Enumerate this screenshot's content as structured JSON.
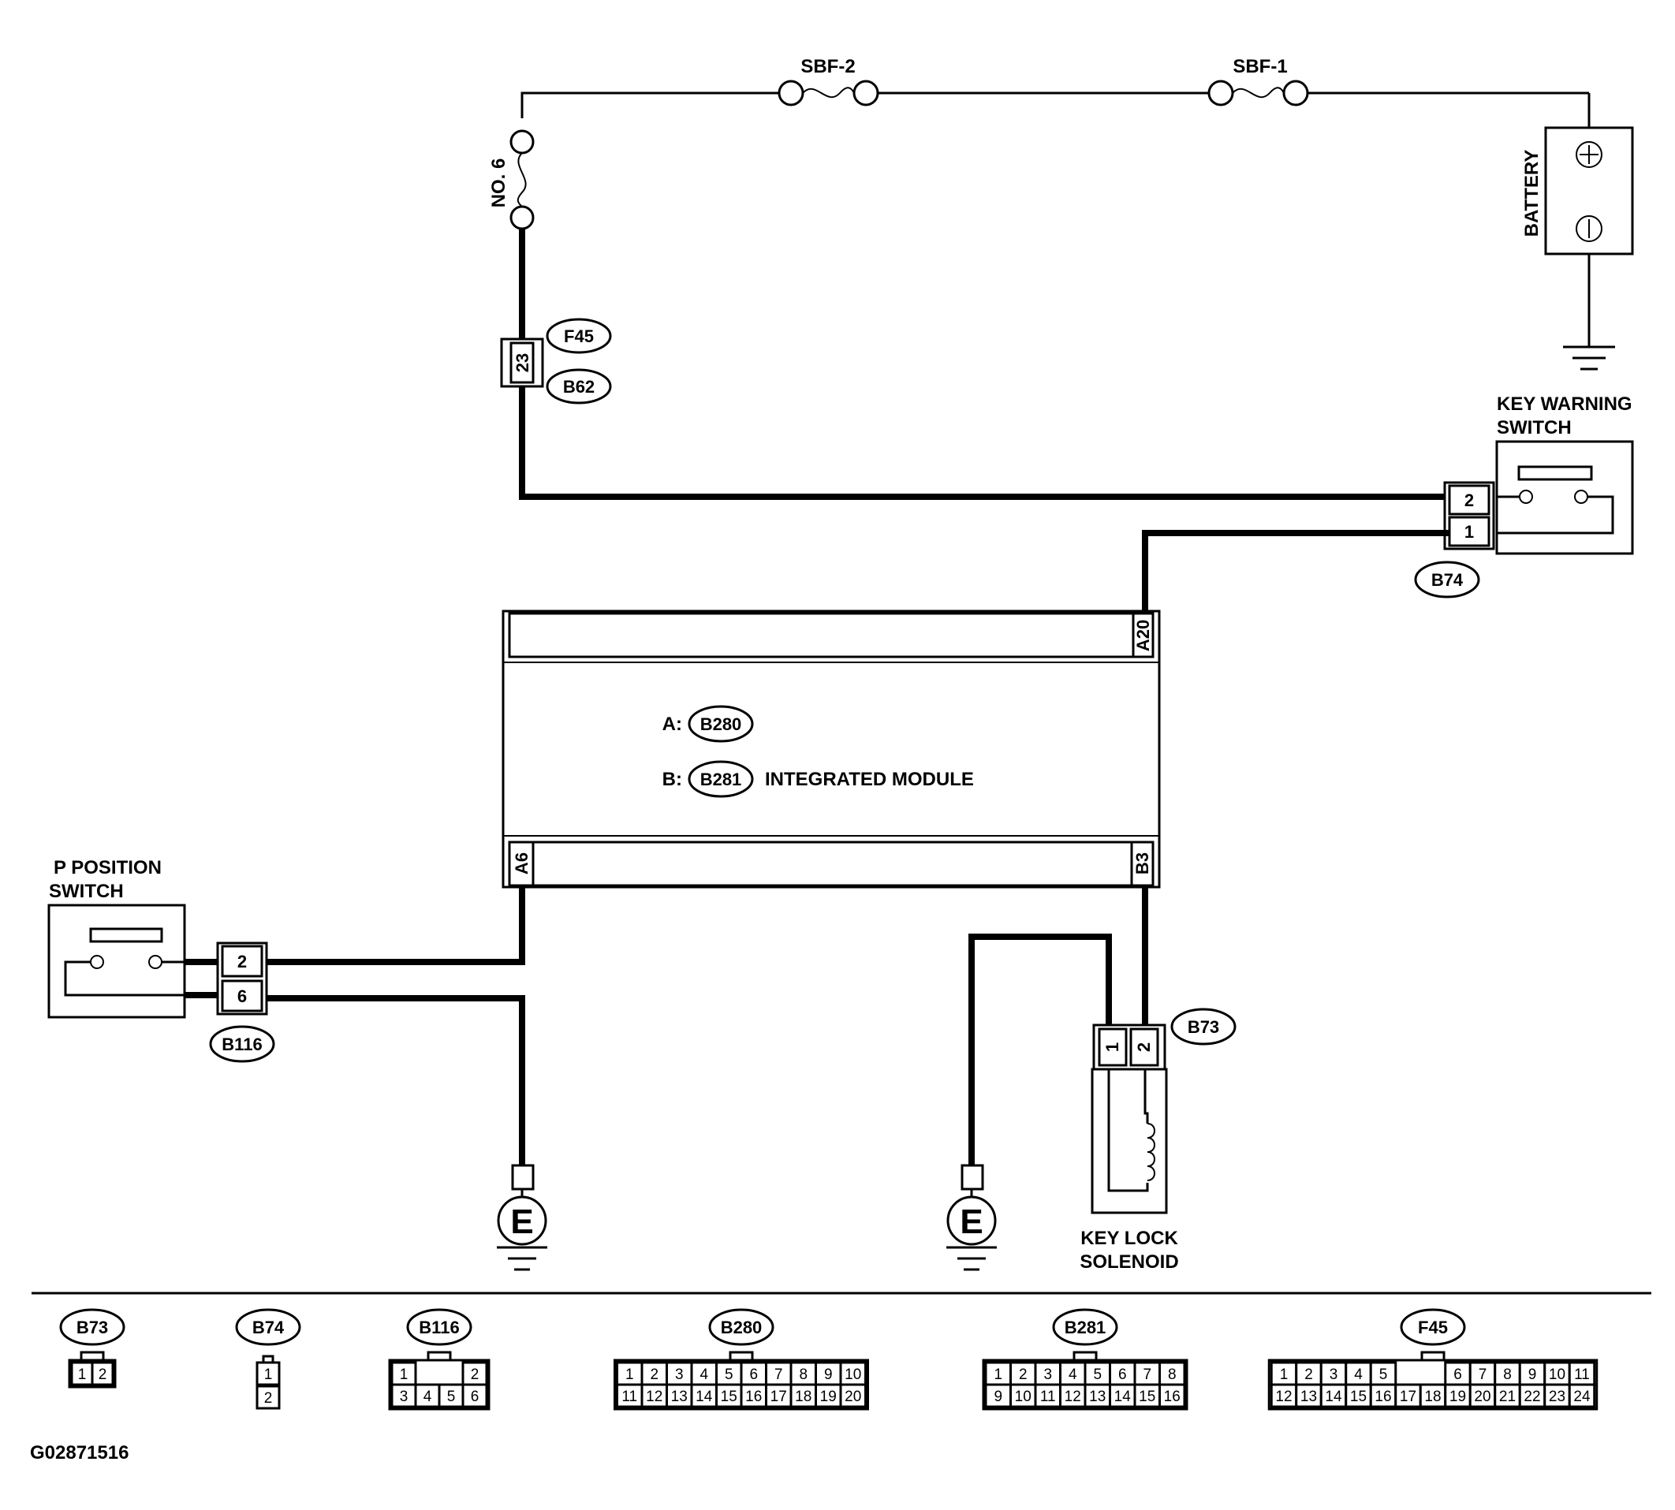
{
  "fuses": {
    "sbf2": "SBF-2",
    "sbf1": "SBF-1",
    "no6": "NO. 6"
  },
  "battery": {
    "label": "BATTERY",
    "plus": "⊕",
    "minus": "⊖"
  },
  "connectors": {
    "f45": "F45",
    "b62": "B62",
    "f45_pin": "23",
    "b74": "B74",
    "b74_pin2": "2",
    "b74_pin1": "1",
    "b116": "B116",
    "b116_pin2": "2",
    "b116_pin6": "6",
    "b73": "B73",
    "b73_pin1": "1",
    "b73_pin2": "2"
  },
  "key_warning_switch": {
    "line1": "KEY WARNING",
    "line2": "SWITCH"
  },
  "p_position_switch": {
    "line1": "P POSITION",
    "line2": "SWITCH"
  },
  "key_lock_solenoid": {
    "line1": "KEY LOCK",
    "line2": "SOLENOID"
  },
  "module": {
    "a_prefix": "A:",
    "a_conn": "B280",
    "b_prefix": "B:",
    "b_conn": "B281",
    "name": "INTEGRATED MODULE",
    "pin_a20": "A20",
    "pin_a6": "A6",
    "pin_b3": "B3"
  },
  "grounds": {
    "label": "E"
  },
  "legend": {
    "b73": {
      "title": "B73",
      "rows": [
        [
          "1",
          "2"
        ]
      ]
    },
    "b74": {
      "title": "B74",
      "rows": [
        [
          "1"
        ],
        [
          "2"
        ]
      ]
    },
    "b116": {
      "title": "B116",
      "rows": [
        [
          "1",
          "2"
        ],
        [
          "3",
          "4",
          "5",
          "6"
        ]
      ]
    },
    "b280": {
      "title": "B280",
      "rows": [
        [
          "1",
          "2",
          "3",
          "4",
          "5",
          "6",
          "7",
          "8",
          "9",
          "10"
        ],
        [
          "11",
          "12",
          "13",
          "14",
          "15",
          "16",
          "17",
          "18",
          "19",
          "20"
        ]
      ]
    },
    "b281": {
      "title": "B281",
      "rows": [
        [
          "1",
          "2",
          "3",
          "4",
          "5",
          "6",
          "7",
          "8"
        ],
        [
          "9",
          "10",
          "11",
          "12",
          "13",
          "14",
          "15",
          "16"
        ]
      ]
    },
    "f45": {
      "title": "F45",
      "rows": [
        [
          "1",
          "2",
          "3",
          "4",
          "5",
          "6",
          "7",
          "8",
          "9",
          "10",
          "11"
        ],
        [
          "12",
          "13",
          "14",
          "15",
          "16",
          "17",
          "18",
          "19",
          "20",
          "21",
          "22",
          "23",
          "24"
        ]
      ]
    }
  },
  "figure_id": "G02871516"
}
